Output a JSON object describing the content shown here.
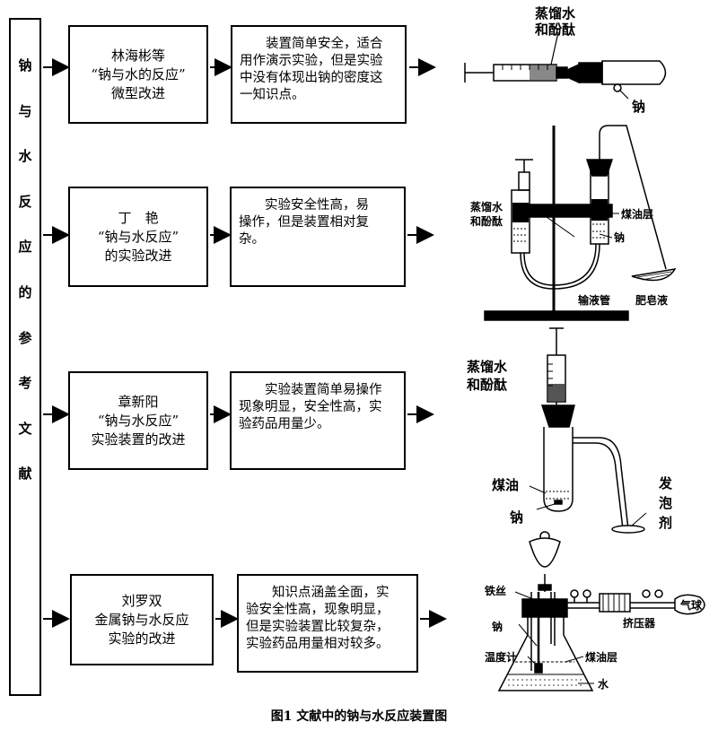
{
  "sidebar_chars": [
    "钠",
    "与",
    "水",
    "反",
    "应",
    "的",
    "参",
    "考",
    "文",
    "献"
  ],
  "rows": [
    {
      "ref_lines": [
        "林海彬等",
        "“钠与水的反应”",
        "微型改进"
      ],
      "desc_lines": [
        "　　装置简单安全，适合",
        "用作演示实验，但是实验",
        "中没有体现出钠的密度这",
        "一知识点。"
      ]
    },
    {
      "ref_lines": [
        "丁　艳",
        "“钠与水反应”",
        "的实验改进"
      ],
      "desc_lines": [
        "　　实验安全性高，易",
        "操作，但是装置相对复",
        "杂。"
      ]
    },
    {
      "ref_lines": [
        "章新阳",
        "“钠与水反应”",
        "实验装置的改进"
      ],
      "desc_lines": [
        "　　实验装置简单易操作",
        "现象明显，安全性高，实",
        "验药品用量少。"
      ]
    },
    {
      "ref_lines": [
        "刘罗双",
        "金属钠与水反应",
        "实验的改进"
      ],
      "desc_lines": [
        "　　知识点涵盖全面，实",
        "验安全性高，现象明显，",
        "但是实验装置比较复杂，",
        "实验药品用量相对较多。"
      ]
    }
  ],
  "labels": {
    "d1_water": "蒸馏水",
    "d1_phenol": "和酚酞",
    "d1_sodium": "钠",
    "d2_water": "蒸馏水",
    "d2_phenol": "和酚酞",
    "d2_kerosene": "煤油层",
    "d2_sodium": "钠",
    "d2_tube": "输液管",
    "d2_soap": "肥皂液",
    "d3_water": "蒸馏水",
    "d3_phenol": "和酚酞",
    "d3_kerosene": "煤油",
    "d3_sodium": "钠",
    "d3_foam1": "发",
    "d3_foam2": "泡",
    "d3_foam3": "剂",
    "d4_wire": "铁丝",
    "d4_balloon": "气球",
    "d4_pump": "挤压器",
    "d4_sodium": "钠",
    "d4_thermo": "温度计",
    "d4_kerosene": "煤油层",
    "d4_water": "水"
  },
  "caption": "图1  文献中的钠与水反应装置图"
}
